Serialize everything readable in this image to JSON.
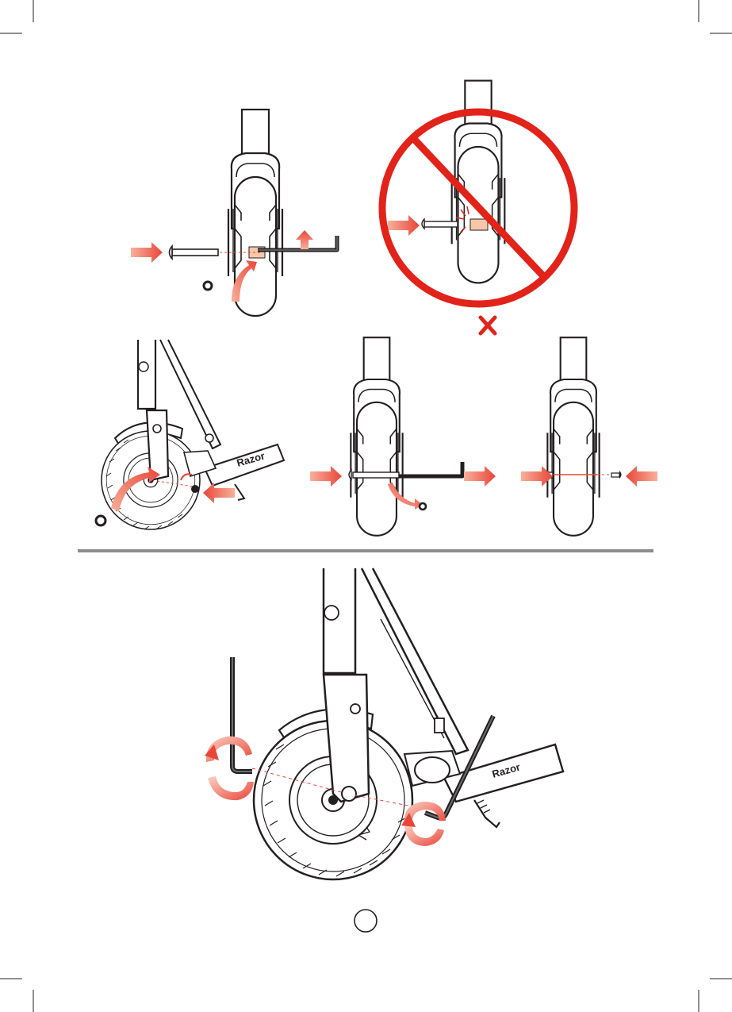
{
  "manual_page": {
    "brand_logo": "Razor",
    "page_number": "",
    "colors": {
      "arrow_red": "#ef5a4f",
      "prohibition_red": "#e2231a",
      "line_dark": "#231f20",
      "divider_gray": "#8c8c8c",
      "highlight_peach": "#f7c7a8"
    },
    "panels": [
      {
        "id": "insert-axle-from-left",
        "icons": [
          "push-arrow-icon",
          "up-arrow-icon",
          "hex-key-icon",
          "washer-icon"
        ]
      },
      {
        "id": "wrong-method",
        "icons": [
          "prohibition-sign-icon",
          "wrong-mark-icon"
        ]
      },
      {
        "id": "scooter-side-view",
        "icons": [
          "push-arrow-icon",
          "curved-arrow-icon"
        ]
      },
      {
        "id": "push-axle-through",
        "icons": [
          "push-arrow-icon",
          "hex-key-icon"
        ]
      },
      {
        "id": "insert-bolt-from-right",
        "icons": [
          "push-arrow-icon"
        ]
      },
      {
        "id": "tighten-with-hex-keys",
        "icons": [
          "rotate-arrow-icon",
          "hex-key-icon"
        ]
      }
    ]
  }
}
